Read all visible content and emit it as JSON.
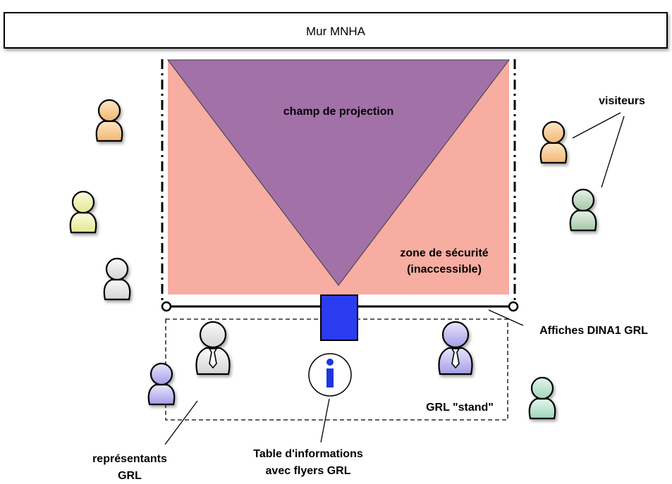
{
  "wall": {
    "label": "Mur MNHA"
  },
  "zones": {
    "projection_label": "champ de projection",
    "safety_label_line1": "zone de sécurité",
    "safety_label_line2": "(inaccessible)",
    "stand_label": "GRL \"stand\""
  },
  "annotations": {
    "visitors": "visiteurs",
    "posters": "Affiches DINA1 GRL",
    "reps_line1": "représentants",
    "reps_line2": "GRL",
    "table_line1": "Table d'informations",
    "table_line2": "avec flyers GRL"
  },
  "info_icon": {
    "glyph": "i"
  },
  "colors": {
    "projection": "#a271a8",
    "safety_zone": "#f7ada1",
    "poster_block": "#2b3cf0",
    "info_glyph": "#1e35e0",
    "visitor_orange": "#f7c58a",
    "visitor_yellow": "#eef0a8",
    "visitor_gray": "#e4e4e4",
    "visitor_green": "#b9d6bc",
    "visitor_purple": "#b8b2ee",
    "visitor_teal": "#b6e2cc",
    "rep_gray": "#dcdcdc",
    "rep_purple": "#c4c0f0"
  }
}
